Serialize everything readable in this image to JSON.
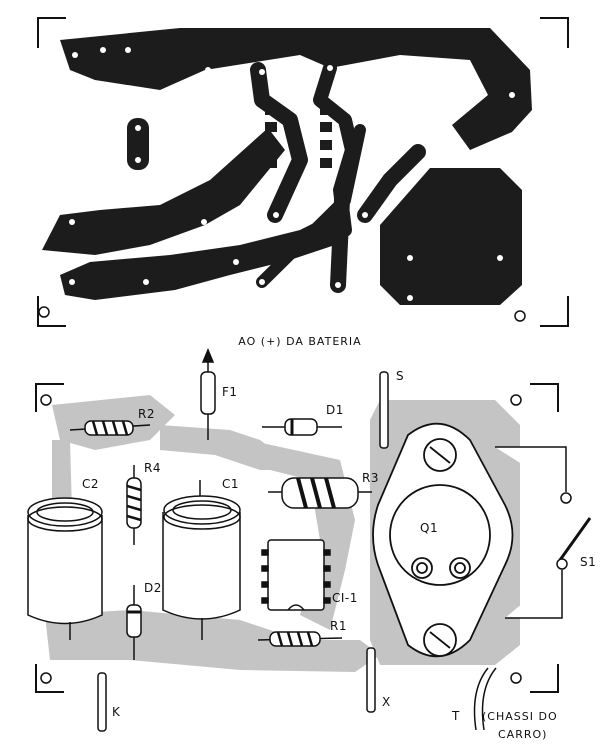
{
  "caption_top": "AO (+) DA BATERIA",
  "labels": {
    "f1": "F1",
    "s": "S",
    "r2": "R2",
    "d1": "D1",
    "r4": "R4",
    "c2": "C2",
    "c1": "C1",
    "r3": "R3",
    "q1": "Q1",
    "s1": "S1",
    "d2": "D2",
    "ci1": "CI-1",
    "r1": "R1",
    "k": "K",
    "x": "X",
    "t": "T",
    "chassis_line1": "(CHASSI DO",
    "chassis_line2": "CARRO)"
  },
  "colors": {
    "copper": "#1c1c1c",
    "board_tint": "#c4c4c4",
    "ink": "#111111",
    "paper": "#ffffff"
  }
}
